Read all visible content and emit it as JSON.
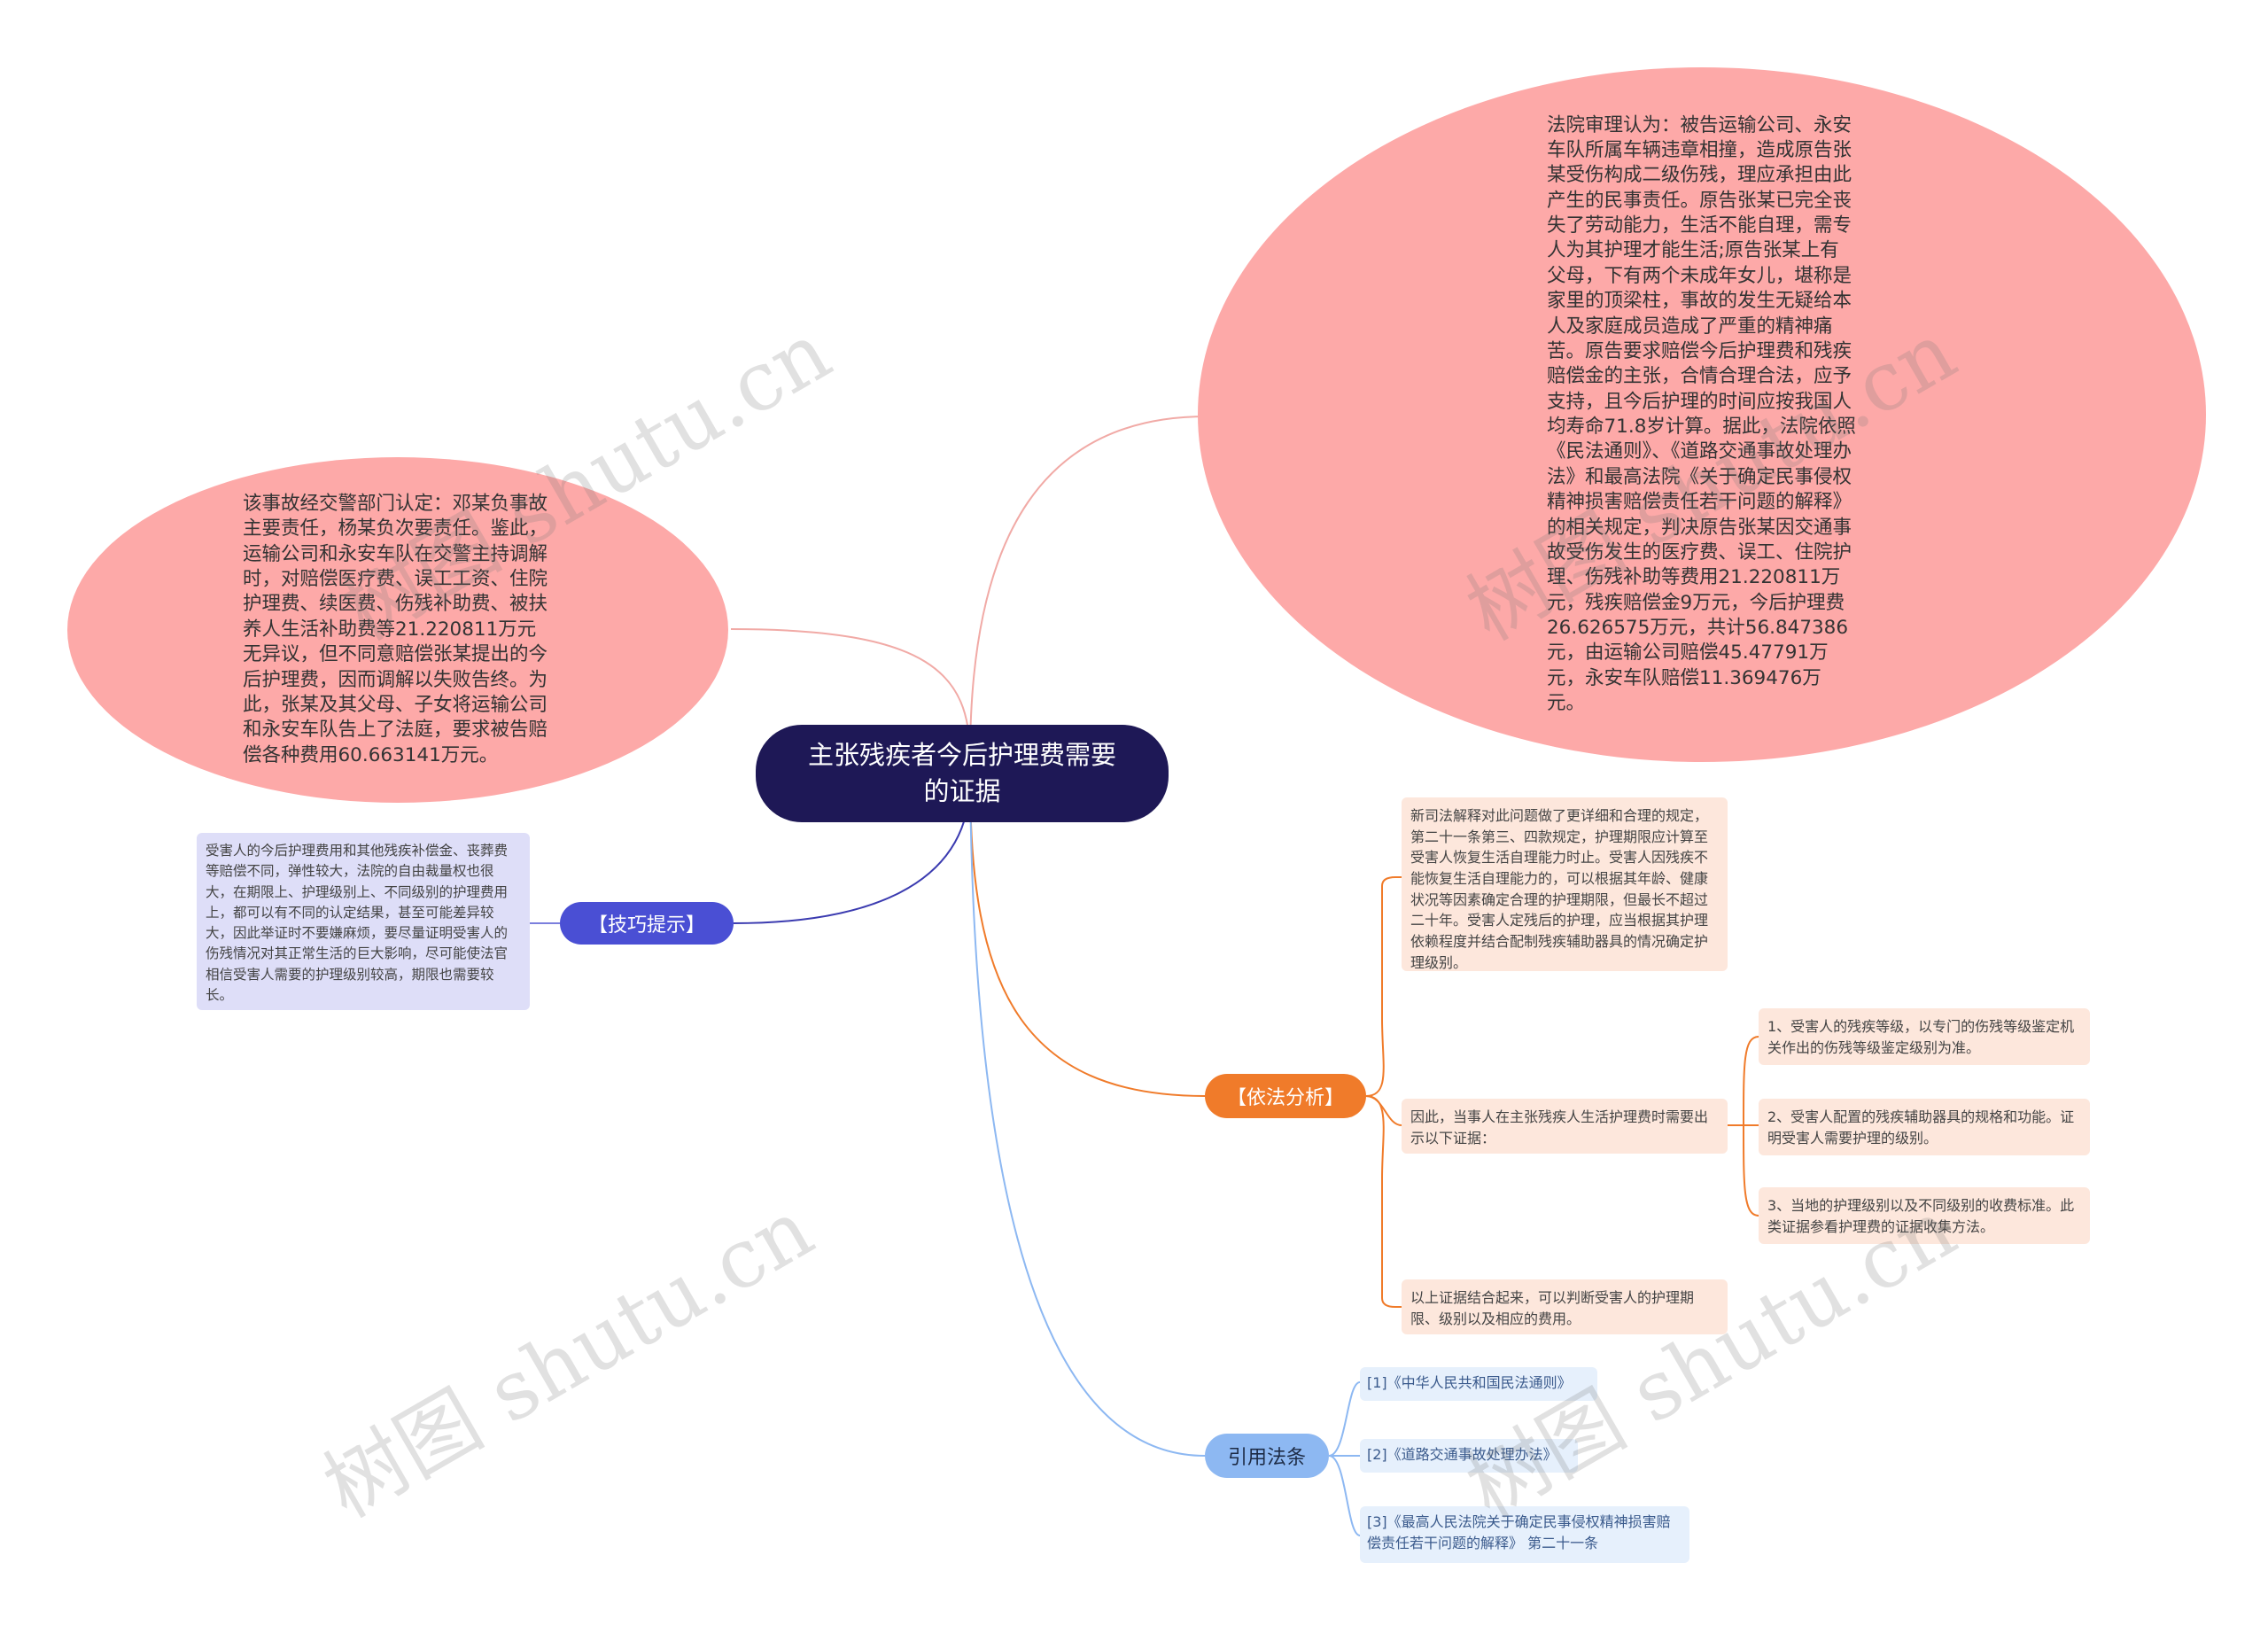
{
  "root": {
    "label": "主张残疾者今后护理费需要的证据"
  },
  "ellipses": {
    "court": "法院审理认为：被告运输公司、永安车队所属车辆违章相撞，造成原告张某受伤构成二级伤残，理应承担由此产生的民事责任。原告张某已完全丧失了劳动能力，生活不能自理，需专人为其护理才能生活;原告张某上有父母，下有两个未成年女儿，堪称是家里的顶梁柱，事故的发生无疑给本人及家庭成员造成了严重的精神痛苦。原告要求赔偿今后护理费和残疾赔偿金的主张，合情合理合法，应予支持，且今后护理的时间应按我国人均寿命71.8岁计算。据此，法院依照《民法通则》、《道路交通事故处理办法》和最高法院《关于确定民事侵权精神损害赔偿责任若干问题的解释》的相关规定，判决原告张某因交通事故受伤发生的医疗费、误工、住院护理、伤残补助等费用21.220811万元，残疾赔偿金9万元，今后护理费26.626575万元，共计56.847386元，由运输公司赔偿45.47791万元，永安车队赔偿11.369476万元。",
    "accident": "该事故经交警部门认定：邓某负事故主要责任，杨某负次要责任。鉴此，运输公司和永安车队在交警主持调解时，对赔偿医疗费、误工工资、住院护理费、续医费、伤残补助费、被扶养人生活补助费等21.220811万元无异议，但不同意赔偿张某提出的今后护理费，因而调解以失败告终。为此，张某及其父母、子女将运输公司和永安车队告上了法庭，要求被告赔偿各种费用60.663141万元。"
  },
  "tips": {
    "label": "【技巧提示】",
    "text": "受害人的今后护理费用和其他残疾补偿金、丧葬费等赔偿不同，弹性较大，法院的自由裁量权也很大，在期限上、护理级别上、不同级别的护理费用上，都可以有不同的认定结果，甚至可能差异较大，因此举证时不要嫌麻烦，要尽量证明受害人的伤残情况对其正常生活的巨大影响，尽可能使法官相信受害人需要的护理级别较高，期限也需要较长。"
  },
  "analysis": {
    "label": "【依法分析】",
    "items": [
      "新司法解释对此问题做了更详细和合理的规定，第二十一条第三、四款规定，护理期限应计算至受害人恢复生活自理能力时止。受害人因残疾不能恢复生活自理能力的，可以根据其年龄、健康状况等因素确定合理的护理期限，但最长不超过二十年。受害人定残后的护理，应当根据其护理依赖程度并结合配制残疾辅助器具的情况确定护理级别。",
      "因此，当事人在主张残疾人生活护理费时需要出示以下证据：",
      "以上证据结合起来，可以判断受害人的护理期限、级别以及相应的费用。"
    ],
    "evidence": [
      "1、受害人的残疾等级，以专门的伤残等级鉴定机关作出的伤残等级鉴定级别为准。",
      "2、受害人配置的残疾辅助器具的规格和功能。证明受害人需要护理的级别。",
      "3、当地的护理级别以及不同级别的收费标准。此类证据参看护理费的证据收集方法。"
    ]
  },
  "laws": {
    "label": "引用法条",
    "items": [
      "[1]《中华人民共和国民法通则》",
      "[2]《道路交通事故处理办法》",
      "[3]《最高人民法院关于确定民事侵权精神损害赔偿责任若干问题的解释》 第二十一条"
    ]
  },
  "watermark": "树图 shutu.cn",
  "colors": {
    "root": "#1e1856",
    "ellipse": "#fda9a8",
    "tips": "#4a4fd4",
    "analysis": "#f07b2a",
    "laws": "#8db8f2"
  }
}
